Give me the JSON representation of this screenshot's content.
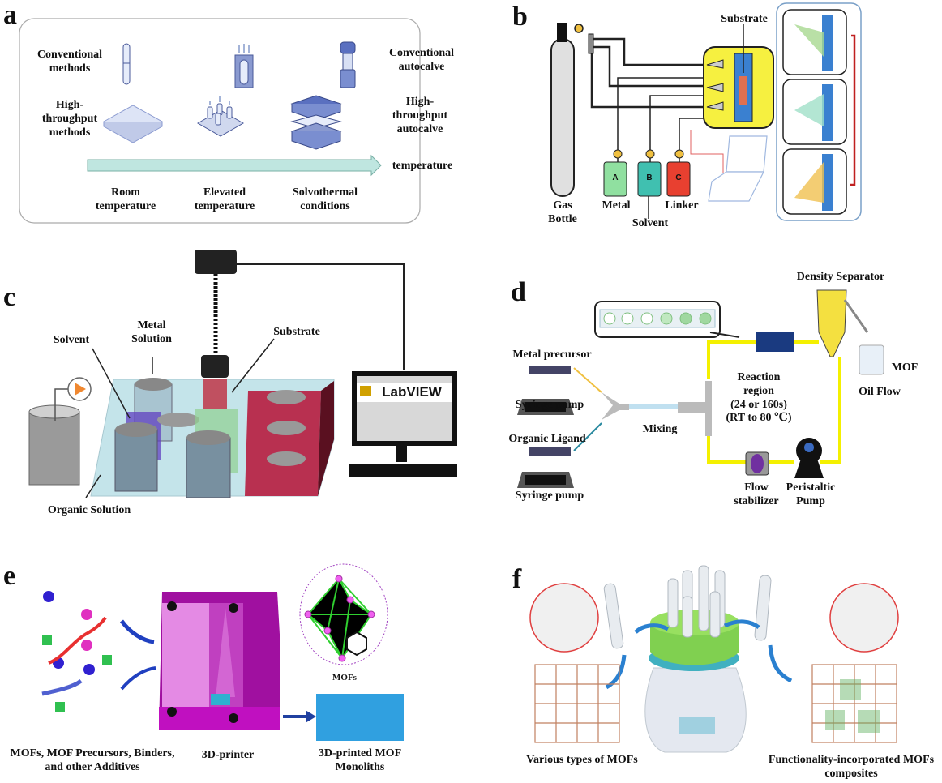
{
  "figure": {
    "panels": {
      "a": {
        "label": "a",
        "row_left": [
          "Conventional\nmethods",
          "High-\nthroughput\nmethods"
        ],
        "row_right": [
          "Conventional\nautocalve",
          "High-\nthroughput\nautocalve"
        ],
        "arrow_label": "temperature",
        "conditions": [
          "Room\ntemperature",
          "Elevated\ntemperature",
          "Solvothermal\nconditions"
        ]
      },
      "b": {
        "label": "b",
        "substrate": "Substrate",
        "gas_bottle": "Gas\nBottle",
        "metal": "Metal",
        "solvent": "Solvent",
        "linker": "Linker",
        "containers": [
          "A",
          "B",
          "C"
        ]
      },
      "c": {
        "label": "c",
        "solvent": "Solvent",
        "metal_solution": "Metal\nSolution",
        "substrate": "Substrate",
        "organic_solution": "Organic Solution",
        "software": "LabVIEW"
      },
      "d": {
        "label": "d",
        "density_separator": "Density Separator",
        "metal_precursor": "Metal precursor",
        "syringe_pump_1": "Syringe pump",
        "organic_ligand": "Organic Ligand",
        "syringe_pump_2": "Syringe pump",
        "mixing": "Mixing",
        "reaction_region": "Reaction\nregion\n(24 or 160s)\n(RT to 80 ℃)",
        "mof": "MOF",
        "oil_flow": "Oil Flow",
        "flow_stabilizer": "Flow\nstabilizer",
        "peristaltic_pump": "Peristaltic\nPump"
      },
      "e": {
        "label": "e",
        "inputs": "MOFs, MOF Precursors, Binders,\nand other Additives",
        "printer": "3D-printer",
        "mofs": "MOFs",
        "output": "3D-printed MOF\nMonoliths"
      },
      "f": {
        "label": "f",
        "left_caption": "Various types of MOFs",
        "right_caption": "Functionality-incorporated MOFs\ncomposites"
      }
    }
  }
}
